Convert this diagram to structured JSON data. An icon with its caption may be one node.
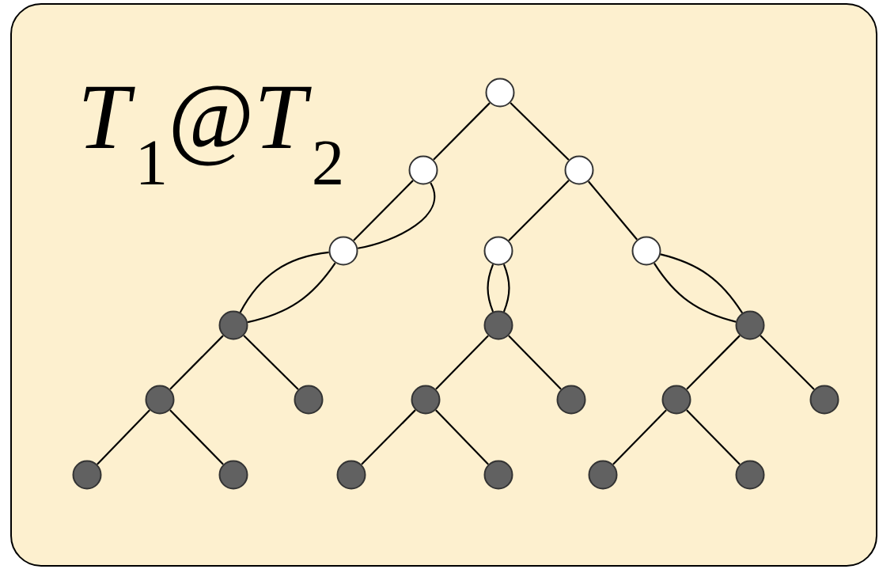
{
  "diagram": {
    "nodes": [
      {
        "text": [],
        "shape": "circle"
      },
      {
        "text": [],
        "shape": "circle"
      },
      {
        "text": [],
        "shape": "circle"
      },
      {
        "text": [],
        "shape": "circle"
      },
      {
        "text": [],
        "shape": "circle"
      },
      {
        "text": [],
        "shape": "circle"
      },
      {
        "text": [],
        "shape": "circle"
      },
      {
        "text": [],
        "shape": "circle"
      },
      {
        "text": [],
        "shape": "circle"
      },
      {
        "text": [],
        "shape": "circle"
      },
      {
        "text": [],
        "shape": "circle"
      },
      {
        "text": [],
        "shape": "circle"
      },
      {
        "text": [],
        "shape": "circle"
      },
      {
        "text": [],
        "shape": "circle"
      },
      {
        "text": [],
        "shape": "circle"
      },
      {
        "text": [],
        "shape": "circle"
      },
      {
        "text": [],
        "shape": "circle"
      },
      {
        "text": [],
        "shape": "circle"
      },
      {
        "text": [],
        "shape": "circle"
      },
      {
        "text": [],
        "shape": "circle"
      },
      {
        "text": [],
        "shape": "circle"
      }
    ],
    "edges": [
      {
        "from": 0,
        "to": 1,
        "arrow": "none"
      },
      {
        "from": 0,
        "to": 2,
        "arrow": "none"
      },
      {
        "from": 1,
        "to": 3,
        "arrow": "none"
      },
      {
        "from": 1,
        "to": 3,
        "arrow": "none"
      },
      {
        "from": 3,
        "to": 6,
        "arrow": "none"
      },
      {
        "from": 3,
        "to": 6,
        "arrow": "none"
      },
      {
        "from": 2,
        "to": 4,
        "arrow": "none"
      },
      {
        "from": 2,
        "to": 5,
        "arrow": "none"
      },
      {
        "from": 4,
        "to": 7,
        "arrow": "none"
      },
      {
        "from": 4,
        "to": 7,
        "arrow": "none"
      },
      {
        "from": 5,
        "to": 8,
        "arrow": "none"
      },
      {
        "from": 5,
        "to": 8,
        "arrow": "none"
      },
      {
        "from": 6,
        "to": 9,
        "arrow": "none"
      },
      {
        "from": 6,
        "to": 10,
        "arrow": "none"
      },
      {
        "from": 9,
        "to": 15,
        "arrow": "none"
      },
      {
        "from": 9,
        "to": 16,
        "arrow": "none"
      },
      {
        "from": 7,
        "to": 11,
        "arrow": "none"
      },
      {
        "from": 7,
        "to": 12,
        "arrow": "none"
      },
      {
        "from": 11,
        "to": 17,
        "arrow": "none"
      },
      {
        "from": 11,
        "to": 18,
        "arrow": "none"
      },
      {
        "from": 8,
        "to": 13,
        "arrow": "none"
      },
      {
        "from": 8,
        "to": 14,
        "arrow": "none"
      },
      {
        "from": 13,
        "to": 19,
        "arrow": "none"
      },
      {
        "from": 13,
        "to": 20,
        "arrow": "none"
      }
    ],
    "labels": [
      "*T*$_{1}$@*T*$_{2}$"
    ]
  }
}
